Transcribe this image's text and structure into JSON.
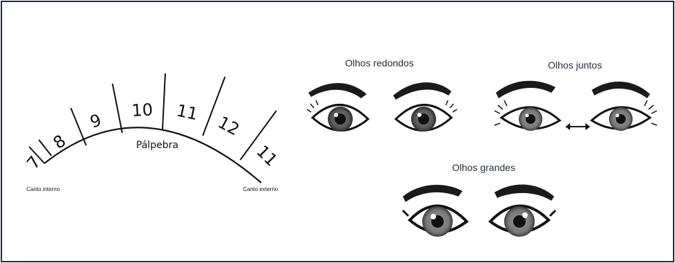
{
  "diagram": {
    "eyelid_label": "Pálpebra",
    "inner_corner": "Canto interno",
    "outer_corner": "Canto externo",
    "segments": [
      "7",
      "8",
      "9",
      "10",
      "11",
      "12",
      "11"
    ]
  },
  "eye_types": {
    "round": "Olhos redondos",
    "close_set": "Olhos juntos",
    "big": "Olhos grandes"
  }
}
